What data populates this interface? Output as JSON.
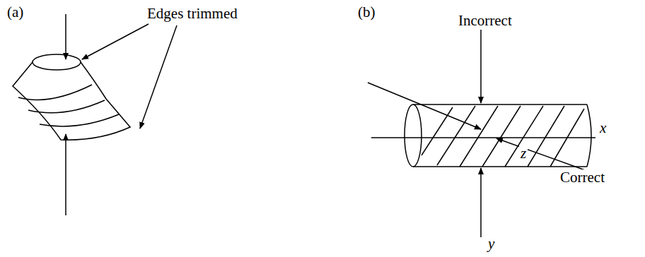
{
  "diagram": {
    "labels": [
      "(a)",
      "Edges trimmed",
      "(b)",
      "Incorrect",
      "x",
      "z",
      "Correct",
      "y"
    ]
  }
}
